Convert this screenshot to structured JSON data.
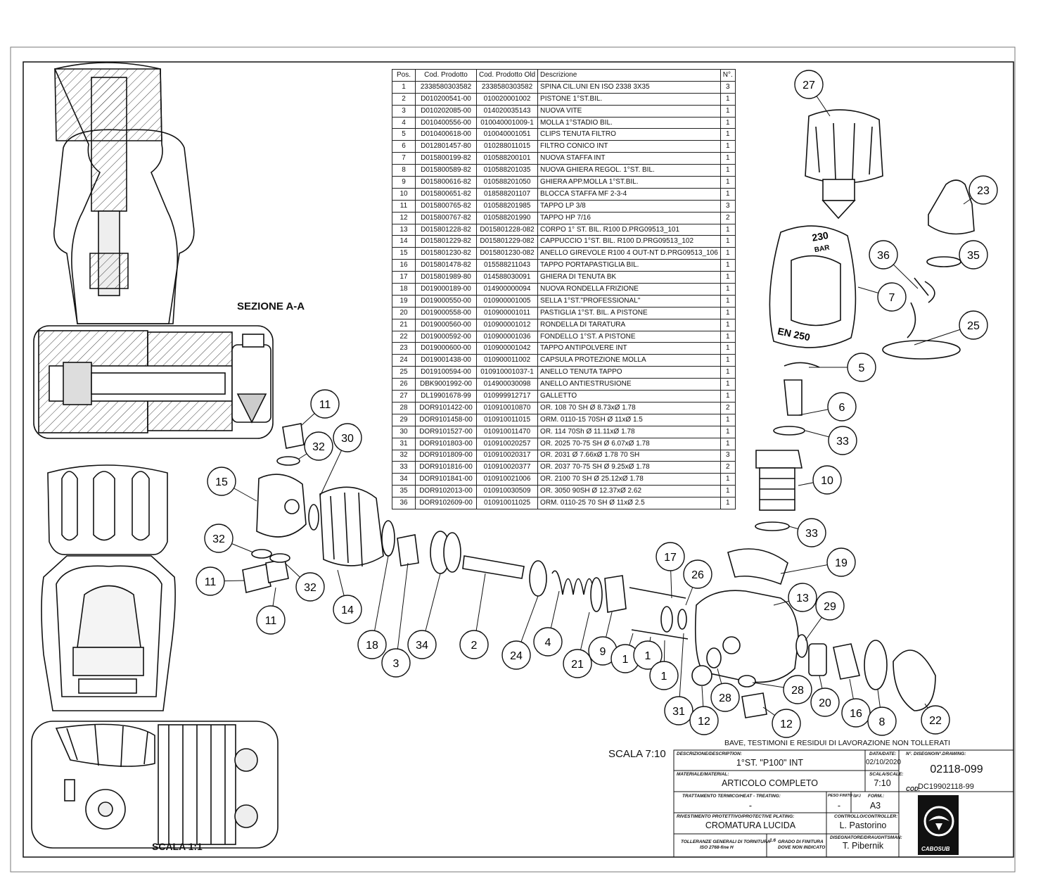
{
  "section_title": "SEZIONE A-A",
  "scale_left": "SCALA 1:1",
  "scale_main": "SCALA 7:10",
  "bom": {
    "headers": [
      "Pos.",
      "Cod. Prodotto",
      "Cod. Prodotto Old",
      "Descrizione",
      "N°."
    ],
    "rows": [
      [
        "1",
        "2338580303582",
        "2338580303582",
        "SPINA CIL.UNI EN ISO 2338 3X35",
        "3"
      ],
      [
        "2",
        "D010200541-00",
        "010020001002",
        "PISTONE 1°ST.BIL.",
        "1"
      ],
      [
        "3",
        "D010202085-00",
        "014020035143",
        "NUOVA VITE",
        "1"
      ],
      [
        "4",
        "D010400556-00",
        "010040001009-1",
        "MOLLA 1°STADIO BIL.",
        "1"
      ],
      [
        "5",
        "D010400618-00",
        "010040001051",
        "CLIPS TENUTA FILTRO",
        "1"
      ],
      [
        "6",
        "D012801457-80",
        "010288011015",
        "FILTRO CONICO INT",
        "1"
      ],
      [
        "7",
        "D015800199-82",
        "010588200101",
        "NUOVA STAFFA INT",
        "1"
      ],
      [
        "8",
        "D015800589-82",
        "010588201035",
        "NUOVA GHIERA REGOL. 1°ST. BIL.",
        "1"
      ],
      [
        "9",
        "D015800616-82",
        "010588201050",
        "GHIERA APP.MOLLA 1°ST.BIL.",
        "1"
      ],
      [
        "10",
        "D015800651-82",
        "018588201107",
        "BLOCCA STAFFA MF 2-3-4",
        "1"
      ],
      [
        "11",
        "D015800765-82",
        "010588201985",
        "TAPPO LP 3/8",
        "3"
      ],
      [
        "12",
        "D015800767-82",
        "010588201990",
        "TAPPO HP 7/16",
        "2"
      ],
      [
        "13",
        "D015801228-82",
        "D015801228-082",
        "CORPO 1° ST. BIL. R100 D.PRG09513_101",
        "1"
      ],
      [
        "14",
        "D015801229-82",
        "D015801229-082",
        "CAPPUCCIO 1°ST. BIL. R100 D.PRG09513_102",
        "1"
      ],
      [
        "15",
        "D015801230-82",
        "D015801230-082",
        "ANELLO GIREVOLE R100 4 OUT-NT D.PRG09513_106",
        "1"
      ],
      [
        "16",
        "D015801478-82",
        "015588211043",
        "TAPPO PORTAPASTIGLIA BIL.",
        "1"
      ],
      [
        "17",
        "D015801989-80",
        "014588030091",
        "GHIERA DI TENUTA BK",
        "1"
      ],
      [
        "18",
        "D019000189-00",
        "014900000094",
        "NUOVA RONDELLA FRIZIONE",
        "1"
      ],
      [
        "19",
        "D019000550-00",
        "010900001005",
        "SELLA 1°ST.\"PROFESSIONAL\"",
        "1"
      ],
      [
        "20",
        "D019000558-00",
        "010900001011",
        "PASTIGLIA 1°ST. BIL. A PISTONE",
        "1"
      ],
      [
        "21",
        "D019000560-00",
        "010900001012",
        "RONDELLA DI TARATURA",
        "1"
      ],
      [
        "22",
        "D019000592-00",
        "010900001036",
        "FONDELLO 1°ST. A PISTONE",
        "1"
      ],
      [
        "23",
        "D019000600-00",
        "010900001042",
        "TAPPO ANTIPOLVERE INT",
        "1"
      ],
      [
        "24",
        "D019001438-00",
        "010900011002",
        "CAPSULA PROTEZIONE MOLLA",
        "1"
      ],
      [
        "25",
        "D019100594-00",
        "010910001037-1",
        "ANELLO TENUTA TAPPO",
        "1"
      ],
      [
        "26",
        "DBK9001992-00",
        "014900030098",
        "ANELLO ANTIESTRUSIONE",
        "1"
      ],
      [
        "27",
        "DL19901678-99",
        "010999912717",
        "GALLETTO",
        "1"
      ],
      [
        "28",
        "DOR9101422-00",
        "010910010870",
        "OR. 108 70 SH Ø 8.73xØ 1.78",
        "2"
      ],
      [
        "29",
        "DOR9101458-00",
        "010910011015",
        "ORM. 0110-15 70SH Ø 11xØ 1.5",
        "1"
      ],
      [
        "30",
        "DOR9101527-00",
        "010910011470",
        "OR. 114 70Sh Ø 11.11xØ 1.78",
        "1"
      ],
      [
        "31",
        "DOR9101803-00",
        "010910020257",
        "OR. 2025 70-75 SH Ø 6.07xØ 1.78",
        "1"
      ],
      [
        "32",
        "DOR9101809-00",
        "010910020317",
        "OR. 2031 Ø 7.66xØ 1.78 70 SH",
        "3"
      ],
      [
        "33",
        "DOR9101816-00",
        "010910020377",
        "OR. 2037 70-75 SH Ø 9.25xØ 1.78",
        "2"
      ],
      [
        "34",
        "DOR9101841-00",
        "010910021006",
        "OR. 2100 70 SH Ø 25.12xØ 1.78",
        "1"
      ],
      [
        "35",
        "DOR9102013-00",
        "010910030509",
        "OR. 3050 90SH Ø 12.37xØ 2.62",
        "1"
      ],
      [
        "36",
        "DOR9102609-00",
        "010910011025",
        "ORM. 0110-25 70 SH Ø 11xØ 2.5",
        "1"
      ]
    ]
  },
  "balloons": [
    "27",
    "23",
    "35",
    "36",
    "7",
    "25",
    "5",
    "6",
    "33",
    "10",
    "33",
    "19",
    "11",
    "32",
    "30",
    "15",
    "32",
    "11",
    "32",
    "11",
    "14",
    "18",
    "3",
    "34",
    "2",
    "24",
    "4",
    "21",
    "9",
    "1",
    "1",
    "1",
    "17",
    "26",
    "13",
    "29",
    "31",
    "12",
    "28",
    "28",
    "12",
    "20",
    "16",
    "8",
    "22"
  ],
  "part_markings": {
    "pressure_top": "230",
    "pressure_top_unit": "BAR",
    "standard": "EN 250"
  },
  "note": "BAVE, TESTIMONI E RESIDUI DI LAVORAZIONE NON TOLLERATI",
  "title_block": {
    "desc_label": "DESCRIZIONE/DESCRIPTION:",
    "desc_value": "1°ST. \"P100\" INT",
    "date_label": "DATA/DATE:",
    "date_value": "02/10/2020",
    "drawing_label": "N°. DISEGNO/N°.DRAWING:",
    "drawing_value": "02118-099",
    "material_label": "MATERIALE/MATERIAL:",
    "material_value": "ARTICOLO COMPLETO",
    "scale_label": "SCALA/SCALE:",
    "scale_value": "7:10",
    "cod_label": "COD.",
    "cod_value": "DC19902118-99",
    "heat_label": "TRATTAMENTO TERMICO/HEAT - TREATING:",
    "heat_value": "-",
    "weight_label": "PESO FINITO (gr.)",
    "weight_value": "-",
    "form_label": "FORM.:",
    "form_value": "A3",
    "plating_label": "RIVESTIMENTO PROTETTIVO/PROTECTIVE PLATING:",
    "plating_value": "CROMATURA LUCIDA",
    "controller_label": "CONTROLLO/CONTROLLER:",
    "controller_value": "L. Pastorino",
    "tol_label": "TOLLERANZE GENERALI DI TORNITURA",
    "tol_value": "ISO 2768-fine H",
    "finish_label": "GRADO DI FINITURA",
    "finish_value": "DOVE NON INDICATO",
    "finish_symbol": "1.6",
    "draughtsman_label": "DISEGNATORE/DRAUGHTSMAN:",
    "draughtsman_value": "T. Pibernik",
    "logo_text": "CABOSUB"
  }
}
